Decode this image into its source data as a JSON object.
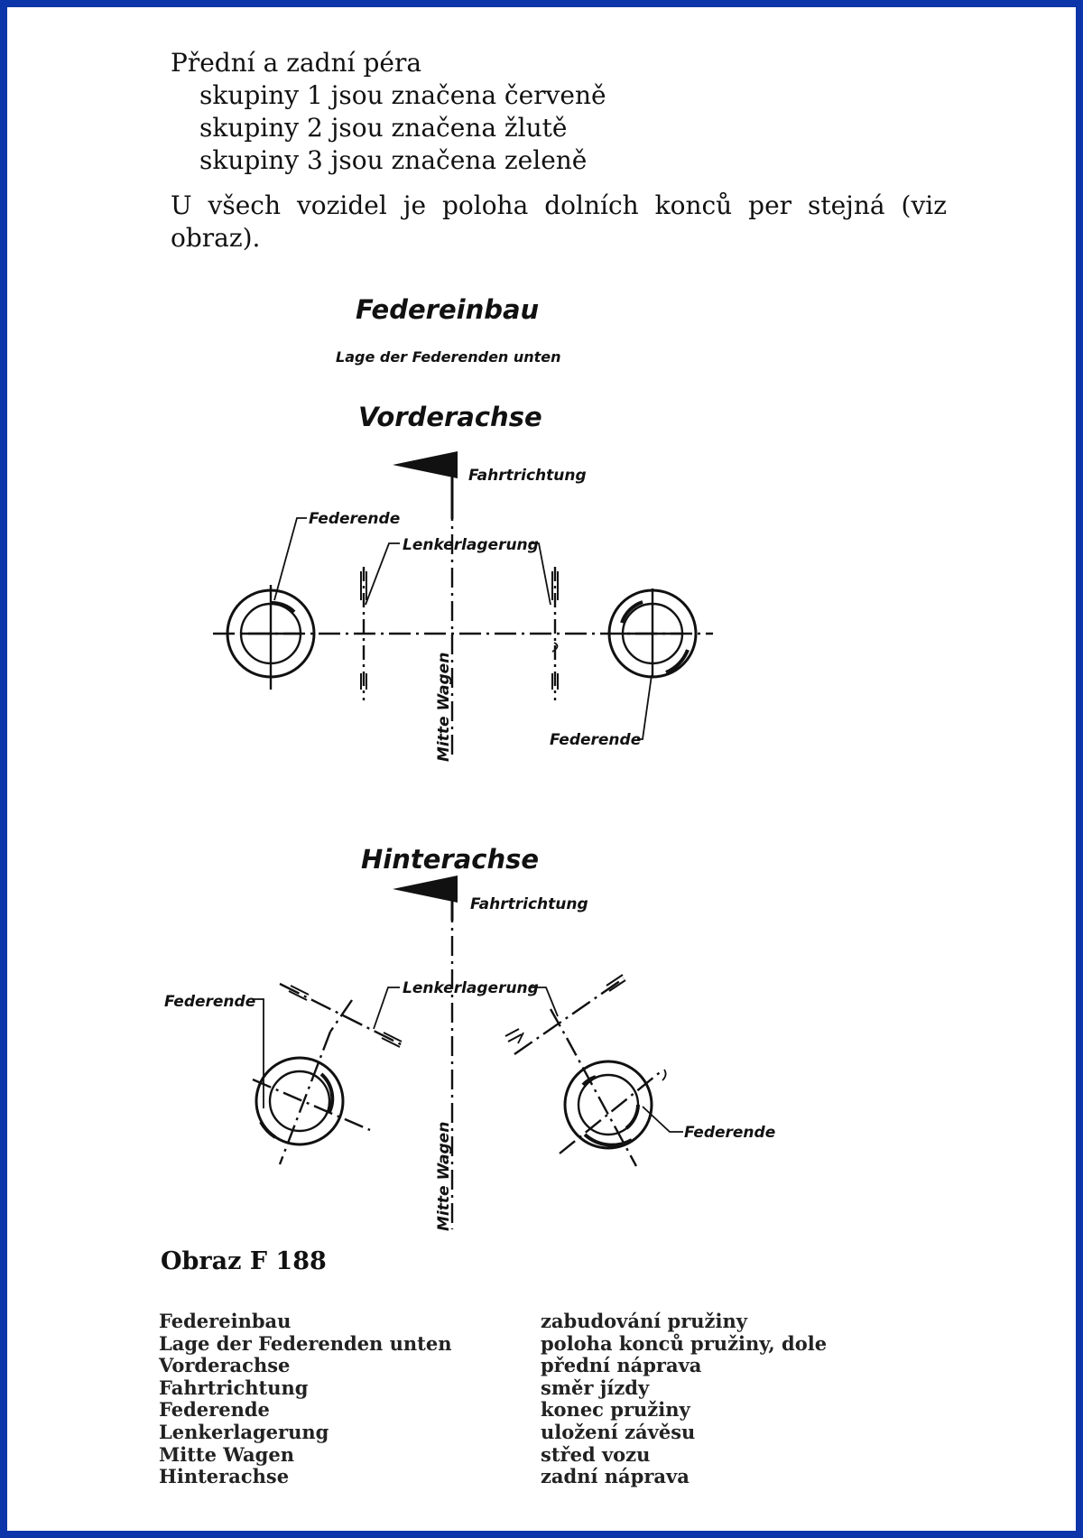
{
  "intro": {
    "heading": "Přední a zadní péra",
    "groups": [
      "skupiny 1 jsou značena červeně",
      "skupiny 2 jsou značena žlutě",
      "skupiny 3 jsou značena zeleně"
    ],
    "note": "U všech vozidel je poloha dolních konců per stejná (viz obraz)."
  },
  "drawing": {
    "title": "Federeinbau",
    "subtitle": "Lage der Federenden unten",
    "front": {
      "title": "Vorderachse",
      "direction": "Fahrtrichtung",
      "spring_end_left": "Federende",
      "spring_end_right": "Federende",
      "link_bearing": "Lenkerlagerung",
      "center": "Mitte Wagen"
    },
    "rear": {
      "title": "Hinterachse",
      "direction": "Fahrtrichtung",
      "spring_end_left": "Federende",
      "spring_end_right": "Federende",
      "link_bearing": "Lenkerlagerung",
      "center": "Mitte Wagen"
    }
  },
  "caption": "Obraz F 188",
  "glossary": [
    {
      "de": "Federeinbau",
      "cs": "zabudování pružiny"
    },
    {
      "de": "Lage der Federenden unten",
      "cs": "poloha konců pružiny, dole"
    },
    {
      "de": "Vorderachse",
      "cs": "přední náprava"
    },
    {
      "de": "Fahrtrichtung",
      "cs": "směr jízdy"
    },
    {
      "de": "Federende",
      "cs": "konec pružiny"
    },
    {
      "de": "Lenkerlagerung",
      "cs": "uložení závěsu"
    },
    {
      "de": "Mitte Wagen",
      "cs": "střed vozu"
    },
    {
      "de": "Hinterachse",
      "cs": "zadní náprava"
    }
  ],
  "colors": {
    "frame": "#0b35a8",
    "ink": "#111111"
  }
}
